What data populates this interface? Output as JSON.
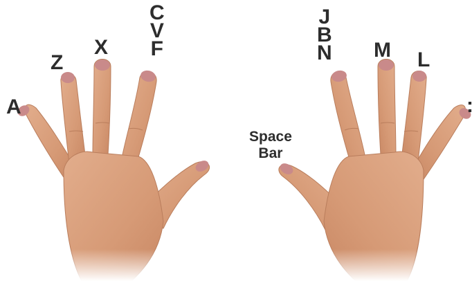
{
  "left_hand": {
    "pinky": "A",
    "ring": "Z",
    "middle": "X",
    "index": [
      "C",
      "V",
      "F"
    ]
  },
  "right_hand": {
    "thumb": [
      "Space",
      "Bar"
    ],
    "index": [
      "J",
      "B",
      "N"
    ],
    "middle": "M",
    "ring": "L",
    "pinky": ":"
  },
  "colors": {
    "label": "#2d2d2d",
    "skin": "#d9a07e",
    "skin_shadow": "#b97d5c",
    "nail": "#c98a8a"
  },
  "icons": {
    "left": "left-hand-icon",
    "right": "right-hand-icon"
  }
}
